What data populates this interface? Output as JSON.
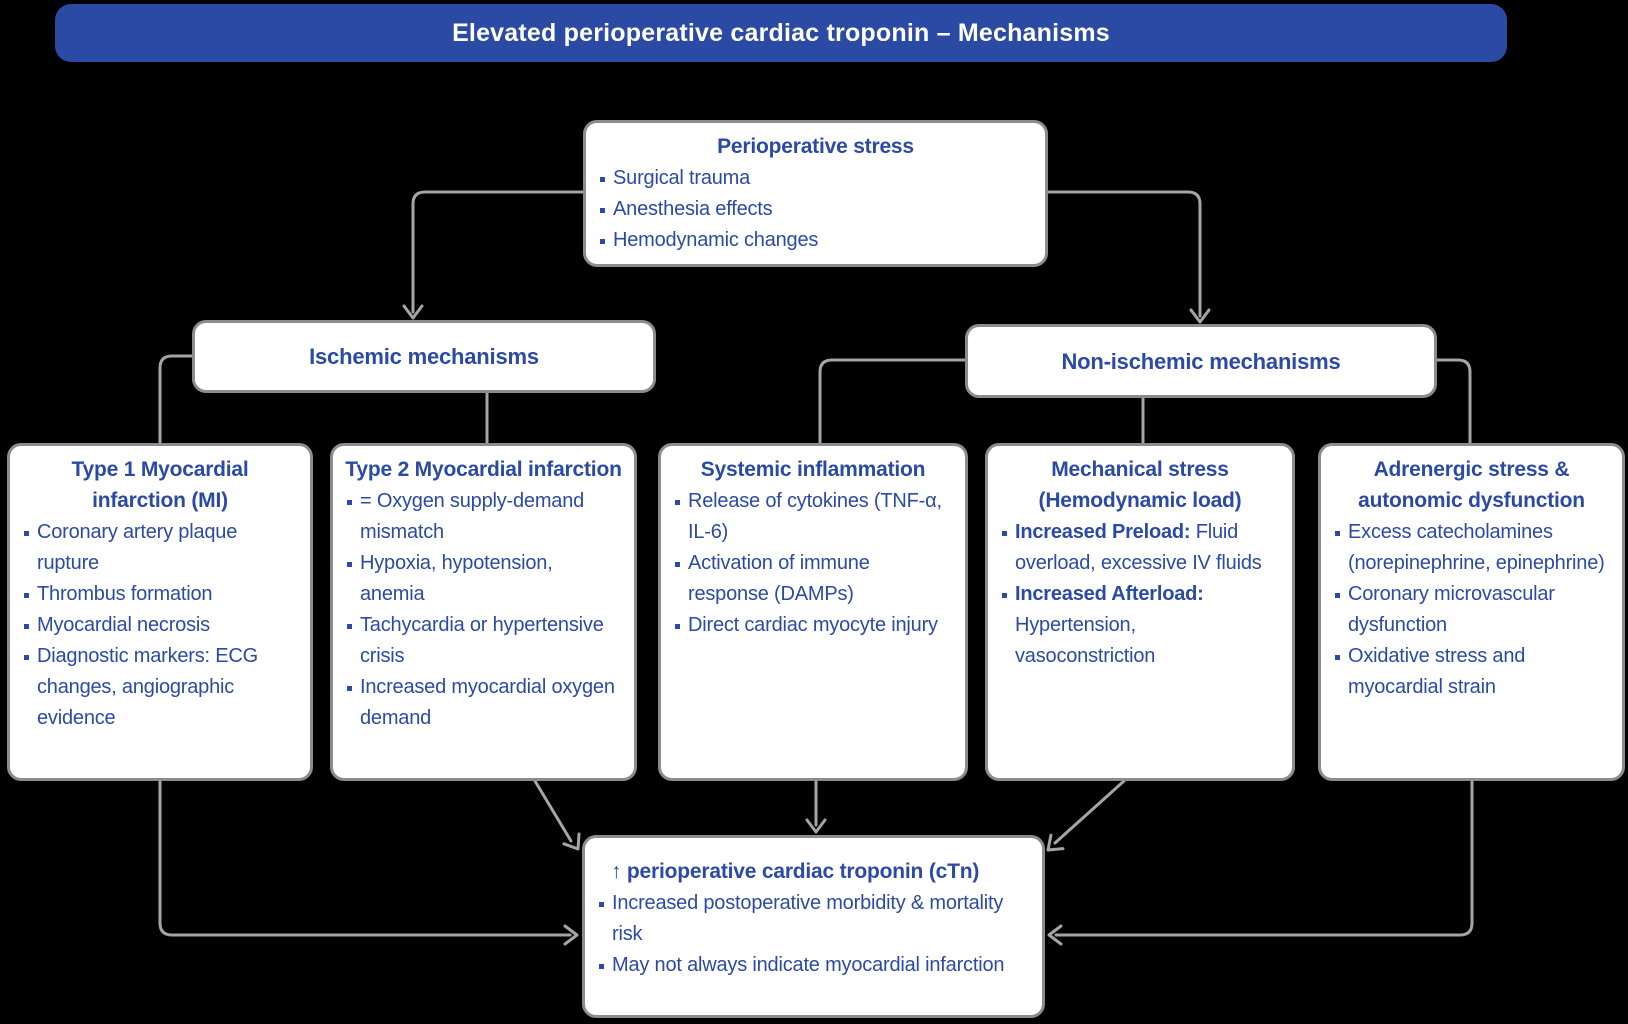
{
  "header": {
    "title": "Elevated perioperative cardiac troponin – Mechanisms"
  },
  "colors": {
    "header_bg": "#2b4aa3",
    "text_blue": "#2b4aa5",
    "box_bg": "#ffffff",
    "box_border": "#8c8c8c",
    "connector_gray": "#a5a5a5",
    "page_bg": "#000000"
  },
  "nodes": {
    "perioperative_stress": {
      "title": "Perioperative stress",
      "items": [
        {
          "t": "Surgical trauma"
        },
        {
          "t": "Anesthesia effects"
        },
        {
          "t": "Hemodynamic changes"
        }
      ]
    },
    "ischemic": {
      "title": "Ischemic mechanisms"
    },
    "non_ischemic": {
      "title": "Non-ischemic mechanisms"
    },
    "type1_mi": {
      "title": "Type 1 Myocardial infarction (MI)",
      "items": [
        {
          "t": "Coronary artery plaque rupture"
        },
        {
          "t": "Thrombus formation"
        },
        {
          "t": "Myocardial necrosis"
        },
        {
          "t": "Diagnostic markers: ECG changes, angiographic evidence"
        }
      ]
    },
    "type2_mi": {
      "title": "Type 2 Myocardial infarction",
      "items": [
        {
          "t": "= Oxygen supply-demand mismatch"
        },
        {
          "t": "Hypoxia, hypotension, anemia"
        },
        {
          "t": "Tachycardia or hypertensive crisis"
        },
        {
          "t": "Increased myocardial oxygen demand"
        }
      ]
    },
    "systemic_inflammation": {
      "title": "Systemic inflammation",
      "items": [
        {
          "t": "Release of cytokines (TNF-α, IL-6)"
        },
        {
          "t": "Activation of immune response (DAMPs)"
        },
        {
          "t": "Direct cardiac myocyte injury"
        }
      ]
    },
    "mechanical_stress": {
      "title": "Mechanical stress (Hemodynamic load)",
      "items": [
        {
          "b": "Increased Preload:",
          "t": " Fluid overload, excessive IV fluids"
        },
        {
          "b": "Increased Afterload:",
          "t": " Hypertension, vasoconstriction"
        }
      ]
    },
    "adrenergic_stress": {
      "title": "Adrenergic stress & autonomic dysfunction",
      "items": [
        {
          "t": "Excess catecholamines (norepinephrine, epinephrine)"
        },
        {
          "t": "Coronary microvascular dysfunction"
        },
        {
          "t": "Oxidative stress and myocardial strain"
        }
      ]
    },
    "troponin_outcome": {
      "title": "↑ perioperative cardiac troponin (cTn)",
      "items": [
        {
          "t": "Increased postoperative morbidity & mortality risk"
        },
        {
          "t": "May not always indicate myocardial infarction"
        }
      ]
    }
  }
}
